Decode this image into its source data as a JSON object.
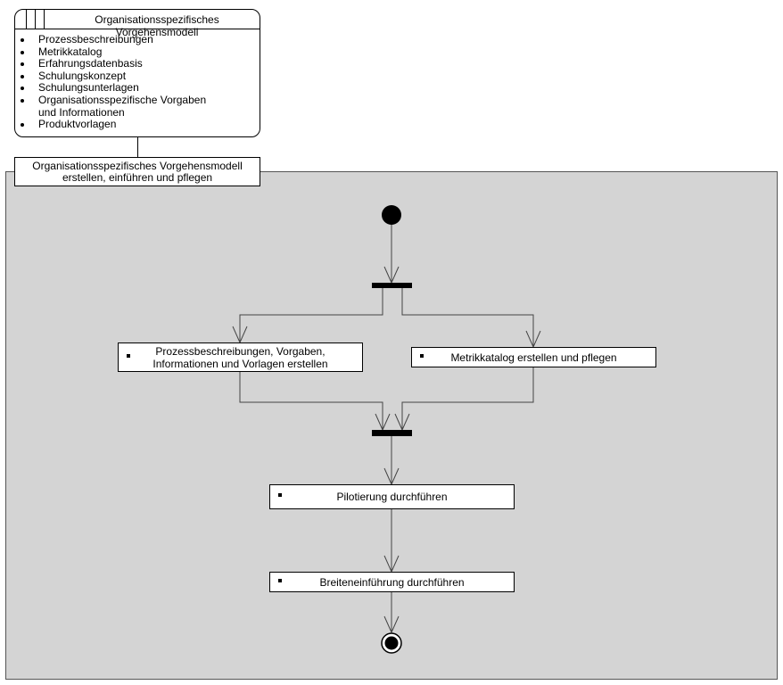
{
  "artifact": {
    "title": "Organisationsspezifisches Vorgehensmodell",
    "items": [
      "Prozessbeschreibungen",
      "Metrikkatalog",
      "Erfahrungsdatenbasis",
      "Schulungskonzept",
      "Schulungsunterlagen",
      "Organisationsspezifische Vorgaben und Informationen",
      "Produktvorlagen"
    ]
  },
  "activity": {
    "title_line1": "Organisationsspezifisches Vorgehensmodell",
    "title_line2": "erstellen, einführen und pflegen"
  },
  "actions": {
    "a1_line1": "Prozessbeschreibungen, Vorgaben,",
    "a1_line2": "Informationen und Vorlagen erstellen",
    "a2": "Metrikkatalog erstellen und pflegen",
    "a3": "Pilotierung durchführen",
    "a4": "Breiteneinführung durchführen"
  }
}
